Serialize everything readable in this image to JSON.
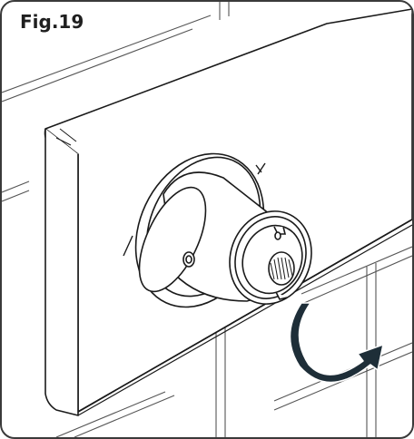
{
  "figure": {
    "label": "Fig.19",
    "line_color": "#1a1a1a",
    "tile_line_color": "#555555",
    "arrow_fill": "#1e2e38",
    "icons": {
      "wall": "tile-wall",
      "plate": "cover-plate",
      "valve": "cartridge-valve",
      "spindle": "splined-spindle",
      "arrow": "rotation-arrow-icon"
    }
  }
}
